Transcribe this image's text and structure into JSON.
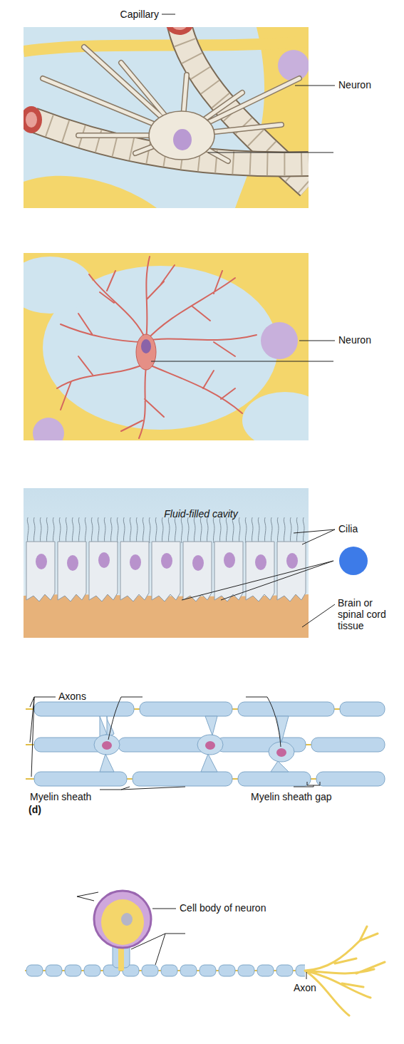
{
  "diagram": {
    "labels": [
      "Capillary",
      "Neuron",
      "Neuron",
      "Fluid-filled cavity",
      "Cilia",
      "Brain or spinal cord tissue",
      "Axons",
      "Myelin sheath",
      "Myelin sheath gap",
      "(d)",
      "Cell body of neuron",
      "Axon"
    ]
  }
}
